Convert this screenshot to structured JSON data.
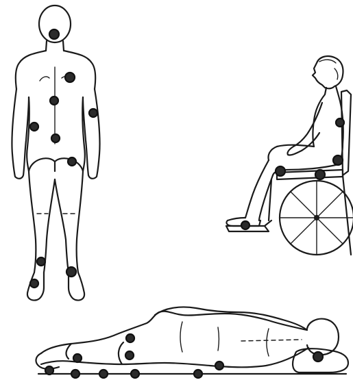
{
  "figure": {
    "background": "#ffffff",
    "ink_color": "#1a1a1a",
    "marker_color": "#2b2b2b",
    "figures": [
      "standing-back-view",
      "seated-wheelchair-side-view",
      "lying-side-view"
    ],
    "marker_meaning": "pressure points"
  }
}
